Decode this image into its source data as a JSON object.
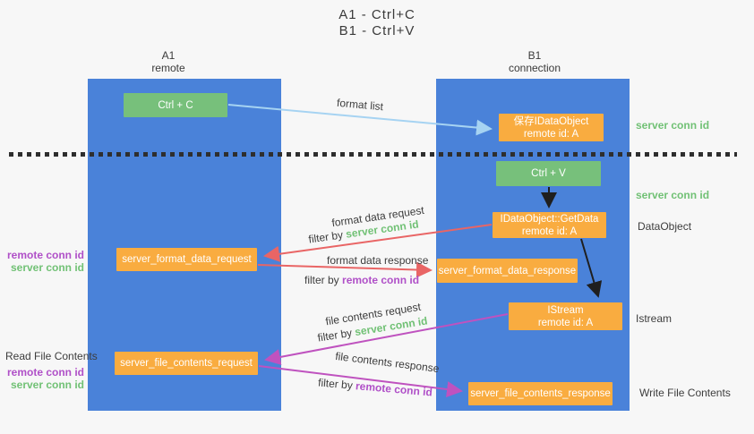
{
  "title": {
    "line1": "A1 - Ctrl+C",
    "line2": "B1 - Ctrl+V"
  },
  "columns": {
    "left": {
      "name": "A1",
      "role": "remote"
    },
    "right": {
      "name": "B1",
      "role": "connection"
    }
  },
  "nodes": {
    "ctrl_c": "Ctrl + C",
    "ctrl_v": "Ctrl + V",
    "save_dataobject": {
      "line1": "保存IDataObject",
      "line2": "remote id: A"
    },
    "getdata": {
      "line1": "IDataObject::GetData",
      "line2": "remote id: A"
    },
    "istream": {
      "line1": "IStream",
      "line2": "remote id: A"
    },
    "format_request": "server_format_data_request",
    "format_response": "server_format_data_response",
    "file_request": "server_file_contents_request",
    "file_response": "server_file_contents_response"
  },
  "labels": {
    "format_list": "format list",
    "format_data_request": "format data request",
    "format_data_response": "format data response",
    "file_contents_request": "file contents request",
    "file_contents_response": "file contents response",
    "filter_by": "filter by",
    "server_conn_id": "server conn id",
    "remote_conn_id": "remote conn id",
    "dataobject": "DataObject",
    "istream": "Istream",
    "read_file_contents": "Read File Contents",
    "write_file_contents": "Write File Contents"
  },
  "colors": {
    "lifeline_blue": "#4a82d9",
    "node_green": "#77c07b",
    "node_orange": "#f9ac40",
    "server_conn_green": "#71c175",
    "remote_conn_purple": "#b050c8",
    "arrow_red": "#e96565",
    "arrow_magenta": "#bf52bf",
    "arrow_lightblue": "#a6d3f2",
    "arrow_black": "#1f1f1f"
  }
}
